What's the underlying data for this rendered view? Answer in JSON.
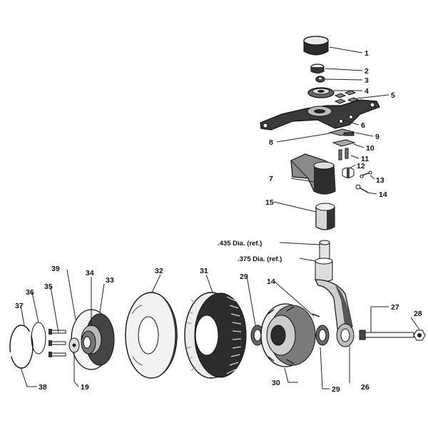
{
  "diagram": {
    "callouts": [
      "1",
      "2",
      "3",
      "4",
      "5",
      "6",
      "7",
      "8",
      "9",
      "10",
      "11",
      "12",
      "13",
      "14",
      "15",
      "14",
      "19",
      "26",
      "27",
      "28",
      "29",
      "29",
      "30",
      "31",
      "32",
      "33",
      "34",
      "35",
      "36",
      "37",
      "38",
      "39"
    ],
    "dimensions": [
      ".435 Dia. (ref.)",
      ".375 Dia. (ref.)"
    ]
  }
}
